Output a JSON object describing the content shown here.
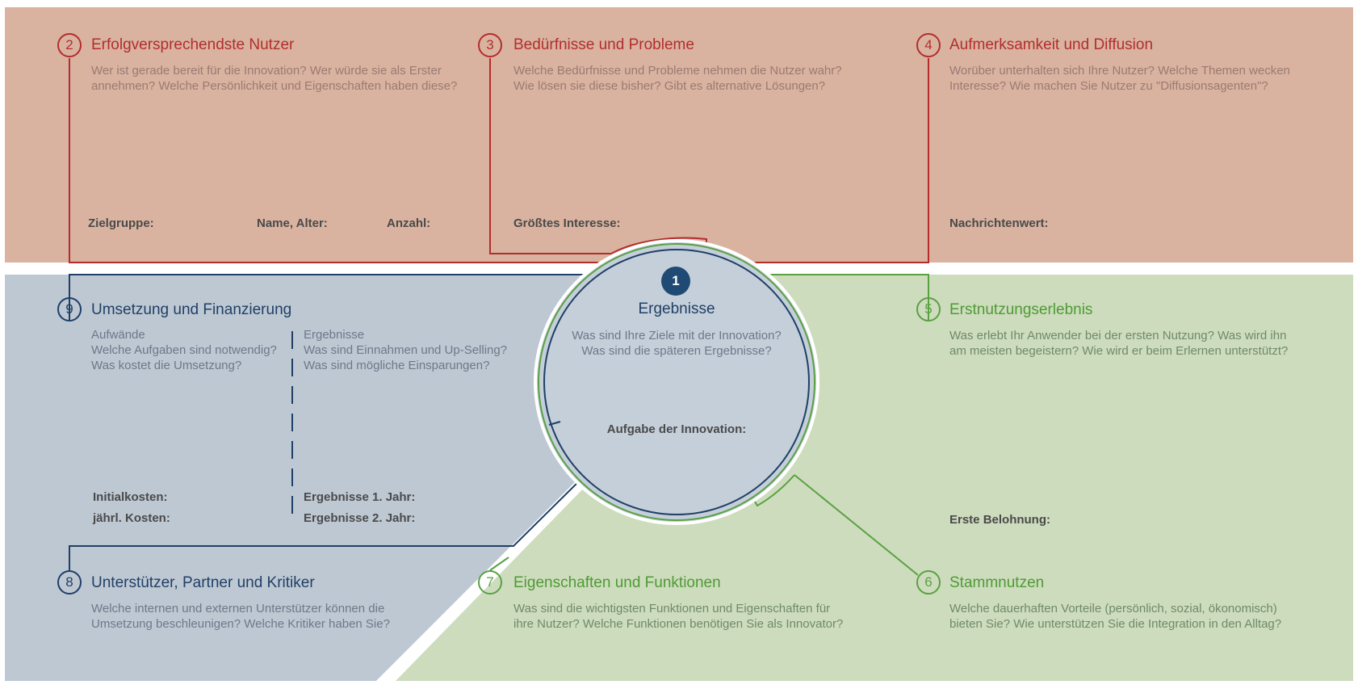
{
  "colors": {
    "red_fill": "#d9b3a0",
    "red_line": "#b32d2d",
    "blue_fill": "#bec8d3",
    "blue_line": "#1f3f66",
    "green_fill": "#cddcbd",
    "green_line": "#5aa142"
  },
  "sections": {
    "s1": {
      "number": "1",
      "title": "Ergebnisse",
      "question": "Was sind Ihre Ziele mit der Innovation?\nWas sind die späteren Ergebnisse?",
      "label": "Aufgabe der Innovation:"
    },
    "s2": {
      "number": "2",
      "title": "Erfolgversprechendste Nutzer",
      "question": "Wer ist gerade bereit für die Innovation? Wer würde sie als Erster\nannehmen? Welche Persönlichkeit und Eigenschaften haben diese?",
      "labels": [
        "Zielgruppe:",
        "Name, Alter:",
        "Anzahl:"
      ]
    },
    "s3": {
      "number": "3",
      "title": "Bedürfnisse und Probleme",
      "question": "Welche Bedürfnisse und Probleme nehmen die Nutzer wahr?\nWie lösen sie diese bisher? Gibt es alternative Lösungen?",
      "label": "Größtes Interesse:"
    },
    "s4": {
      "number": "4",
      "title": "Aufmerksamkeit und Diffusion",
      "question": "Worüber unterhalten sich Ihre Nutzer? Welche Themen wecken\nInteresse? Wie machen Sie Nutzer zu \"Diffusionsagenten\"?",
      "label": "Nachrichtenwert:"
    },
    "s5": {
      "number": "5",
      "title": "Erstnutzungserlebnis",
      "question": "Was erlebt Ihr Anwender bei der ersten Nutzung? Was wird ihn\nam meisten begeistern? Wie wird er beim Erlernen unterstützt?",
      "label": "Erste Belohnung:"
    },
    "s6": {
      "number": "6",
      "title": "Stammnutzen",
      "question": "Welche dauerhaften Vorteile (persönlich, sozial, ökonomisch)\nbieten Sie? Wie unterstützen Sie die Integration in den Alltag?"
    },
    "s7": {
      "number": "7",
      "title": "Eigenschaften und Funktionen",
      "question": "Was sind die wichtigsten Funktionen und Eigenschaften für\nihre Nutzer? Welche Funktionen benötigen Sie als Innovator?"
    },
    "s8": {
      "number": "8",
      "title": "Unterstützer, Partner und Kritiker",
      "question": "Welche internen und externen Unterstützer können die\nUmsetzung beschleunigen? Welche Kritiker haben Sie?"
    },
    "s9": {
      "number": "9",
      "title": "Umsetzung und Finanzierung",
      "col_left": {
        "heading": "Aufwände",
        "question": "Welche Aufgaben sind notwendig?\nWas kostet die Umsetzung?",
        "labels": [
          "Initialkosten:",
          "jährl. Kosten:"
        ]
      },
      "col_right": {
        "heading": "Ergebnisse",
        "question": "Was sind Einnahmen und Up-Selling?\nWas sind mögliche Einsparungen?",
        "labels": [
          "Ergebnisse 1. Jahr:",
          "Ergebnisse 2. Jahr:"
        ]
      }
    }
  }
}
